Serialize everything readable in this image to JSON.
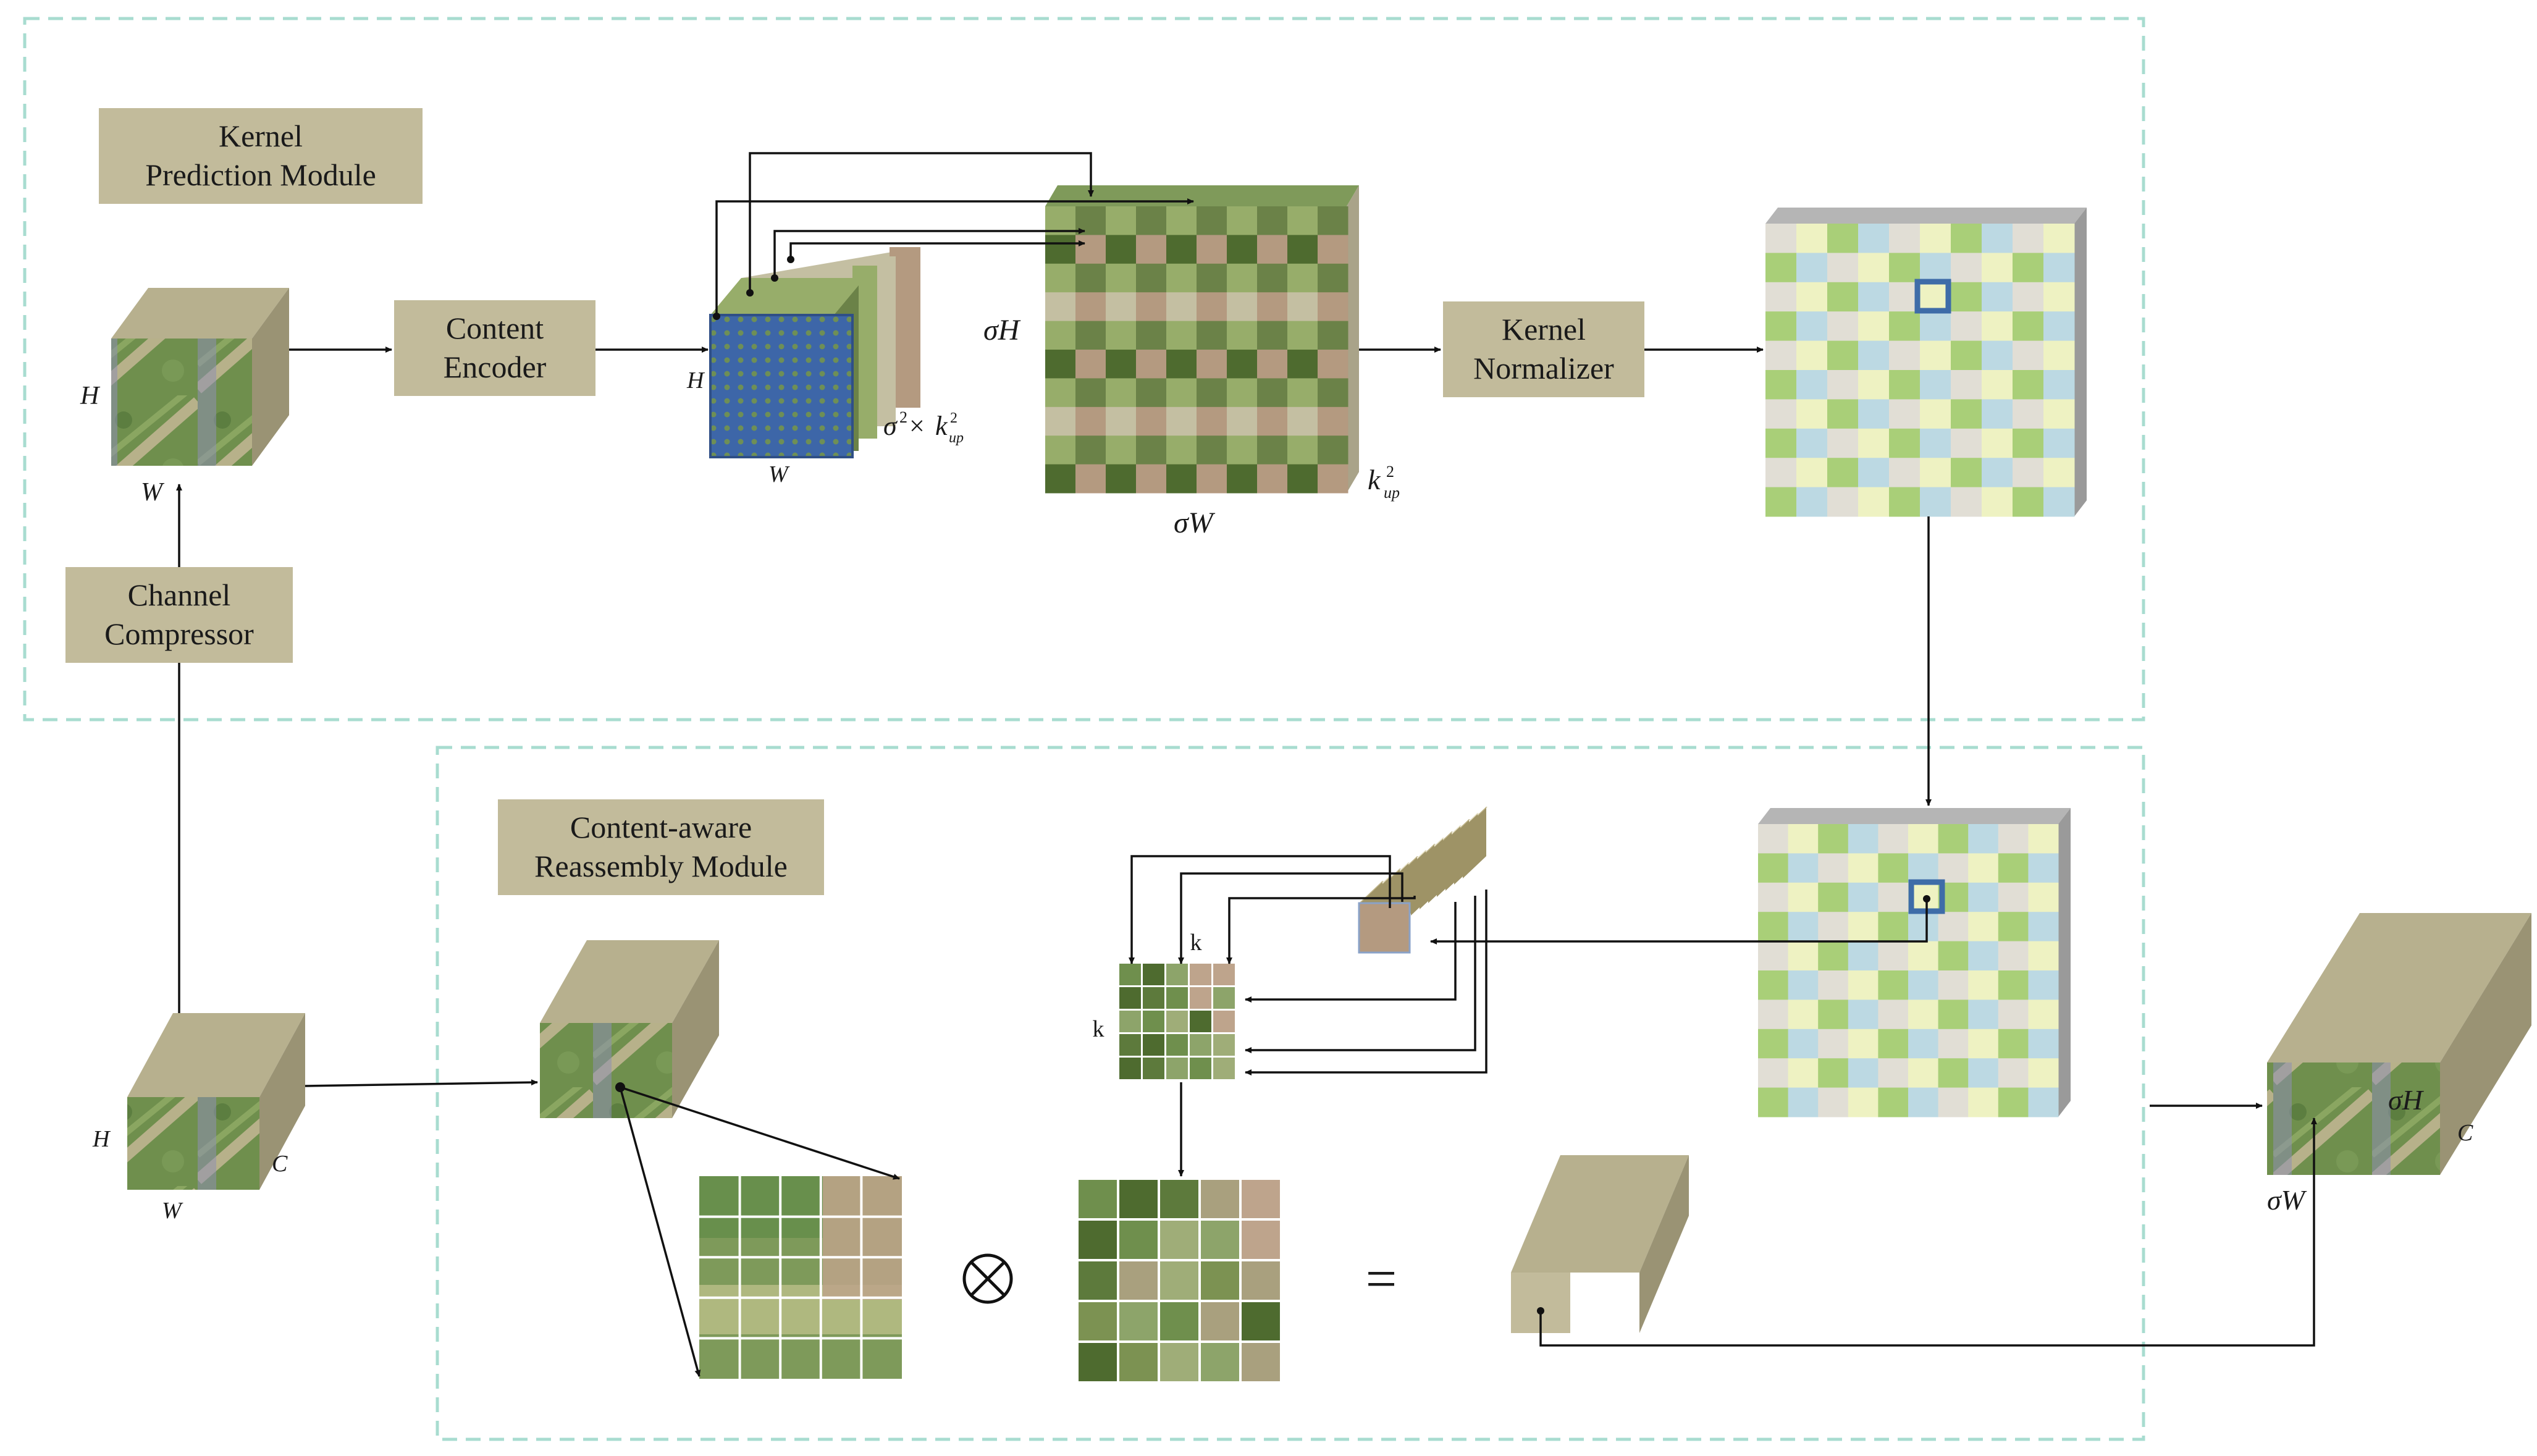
{
  "modules": {
    "kernel_prediction": {
      "line1": "Kernel",
      "line2": "Prediction Module"
    },
    "reassembly": {
      "line1": "Content-aware",
      "line2": "Reassembly Module"
    }
  },
  "blocks": {
    "channel_compressor": {
      "line1": "Channel",
      "line2": "Compressor"
    },
    "content_encoder": {
      "line1": "Content",
      "line2": "Encoder"
    },
    "kernel_normalizer": {
      "line1": "Kernel",
      "line2": "Normalizer"
    }
  },
  "dims": {
    "H": "H",
    "W": "W",
    "C": "C",
    "sigmaH": "σH",
    "sigmaW": "σW",
    "sigma2": "σ",
    "sup2": "2",
    "times": "×",
    "k": "k",
    "up": "up"
  },
  "symbols": {
    "otimes": "⊗",
    "equals": "="
  },
  "colors": {
    "box_fill": "#c2bb9b",
    "dash_border": "#a8dcd0",
    "greens": [
      "#6b8248",
      "#97ad6a",
      "#4e6b2f"
    ],
    "tans": [
      "#c4bfa2",
      "#b49a80"
    ],
    "blue_tile": "#3d66a8",
    "grid_colors": [
      "#e1ded5",
      "#a9cf78",
      "#bcd9e3",
      "#eef2c2"
    ]
  }
}
